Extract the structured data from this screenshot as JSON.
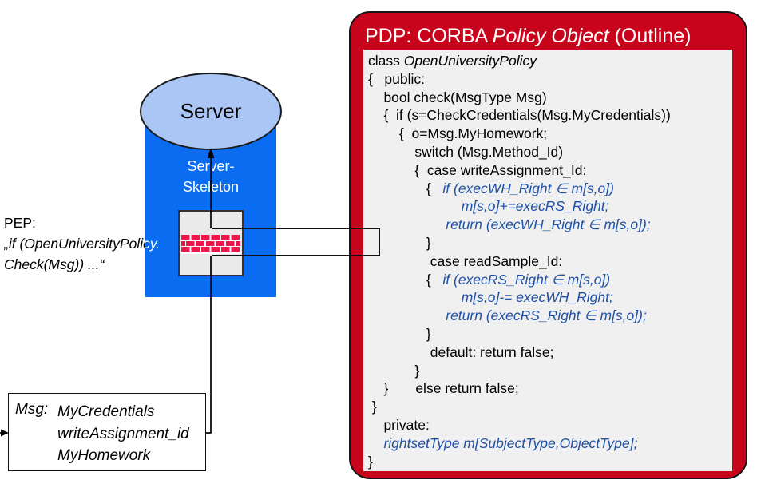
{
  "colors": {
    "pdp_red": "#C7041B",
    "skeleton_blue": "#0A6CF0",
    "server_ellipse_blue": "#A9C6F5",
    "code_blue": "#1F51A6",
    "brick_red": "#ED174C",
    "panel_gray": "#F0F0F0"
  },
  "server": {
    "label": "Server",
    "skeleton_line1": "Server-",
    "skeleton_line2": "Skeleton"
  },
  "pep": {
    "line1": "PEP:",
    "line2": "„if (OpenUniversityPolicy.",
    "line3": "Check(Msg)) ...“"
  },
  "msg": {
    "label": "Msg:",
    "items": [
      "MyCredentials",
      "writeAssignment_id",
      "MyHomework"
    ]
  },
  "pdp": {
    "title_pre": "PDP: CORBA ",
    "title_italic": "Policy Object",
    "title_post": " (Outline)",
    "code_lines": [
      {
        "pre": "class ",
        "it": "OpenUniversityPolicy"
      },
      {
        "pre": "{   public:"
      },
      {
        "pre": "    bool check(MsgType Msg)"
      },
      {
        "pre": "    {  if (s=CheckCredentials(Msg.MyCredentials))"
      },
      {
        "pre": "        {  o=Msg.MyHomework;"
      },
      {
        "pre": "            switch (Msg.Method_Id)"
      },
      {
        "pre": "            {  case writeAssignment_Id:"
      },
      {
        "pre": "               {   ",
        "blue": "if (execWH_Right ∈ m[s,o])"
      },
      {
        "pre": "                        ",
        "blue": "m[s,o]+=execRS_Right;"
      },
      {
        "pre": "                    ",
        "blue": "return (execWH_Right ∈ m[s,o]);"
      },
      {
        "pre": "               }"
      },
      {
        "pre": "                case readSample_Id:"
      },
      {
        "pre": "               {   ",
        "blue": "if (execRS_Right ∈ m[s,o])"
      },
      {
        "pre": "                        ",
        "blue": "m[s,o]-= execWH_Right;"
      },
      {
        "pre": "                    ",
        "blue": "return (execRS_Right ∈ m[s,o]);"
      },
      {
        "pre": "               }"
      },
      {
        "pre": "                default: return false;"
      },
      {
        "pre": "            }"
      },
      {
        "pre": "    }       else return false;"
      },
      {
        "pre": " }"
      },
      {
        "pre": "    private:"
      },
      {
        "pre": "    ",
        "blue": "rightsetType m[SubjectType,ObjectType];"
      },
      {
        "pre": "}"
      }
    ]
  }
}
